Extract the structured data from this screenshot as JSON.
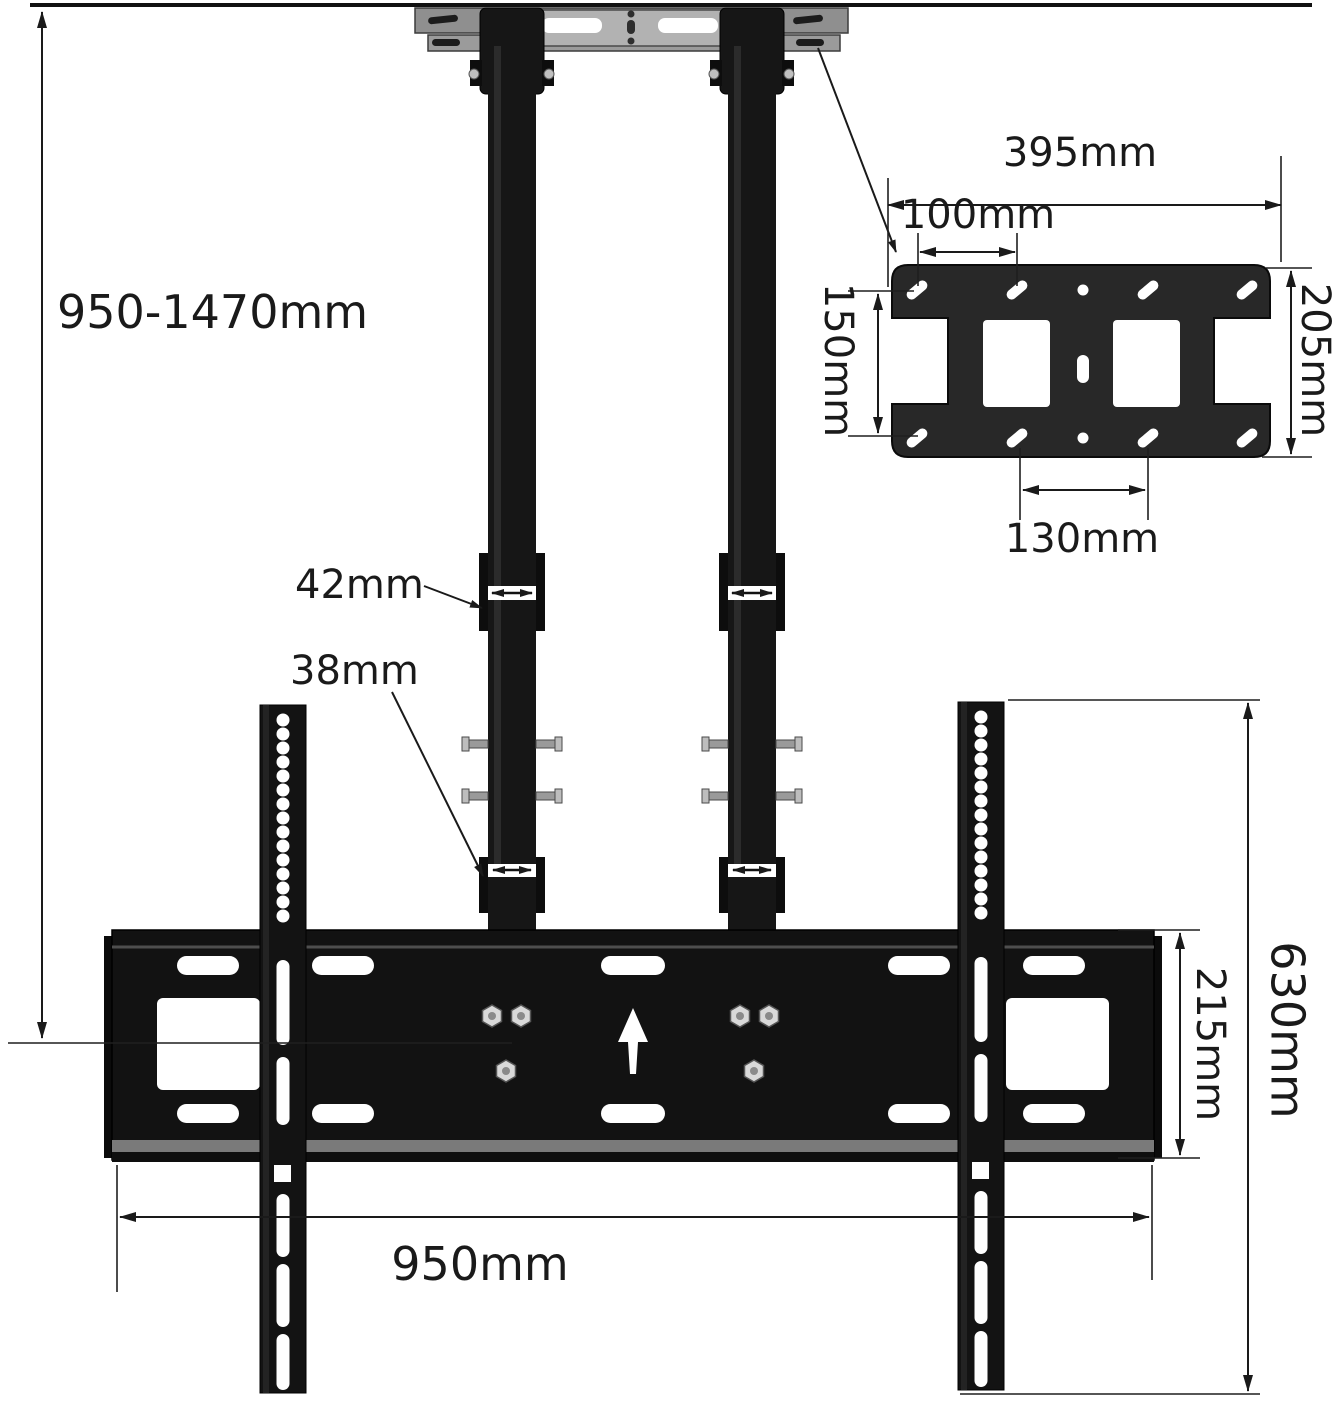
{
  "diagram": {
    "description": "Ceiling TV mount bracket dimension diagram",
    "dimensions": {
      "drop_height_range": "950-1470mm",
      "ceiling_plate_width": "395mm",
      "ceiling_plate_hole_spacing_horizontal": "100mm",
      "ceiling_plate_hole_spacing_vertical": "150mm",
      "ceiling_plate_height": "205mm",
      "ceiling_plate_bottom_hole_spacing": "130mm",
      "upper_pole_diameter": "42mm",
      "lower_pole_diameter": "38mm",
      "tv_bracket_height": "215mm",
      "vesa_rail_height": "630mm",
      "tv_bracket_width": "950mm"
    },
    "colors": {
      "line": "#1a1a1a",
      "metal_dark": "#141414",
      "metal_gray": "#8f8f8f",
      "metal_silver": "#c6c6c6",
      "background": "#ffffff"
    }
  }
}
